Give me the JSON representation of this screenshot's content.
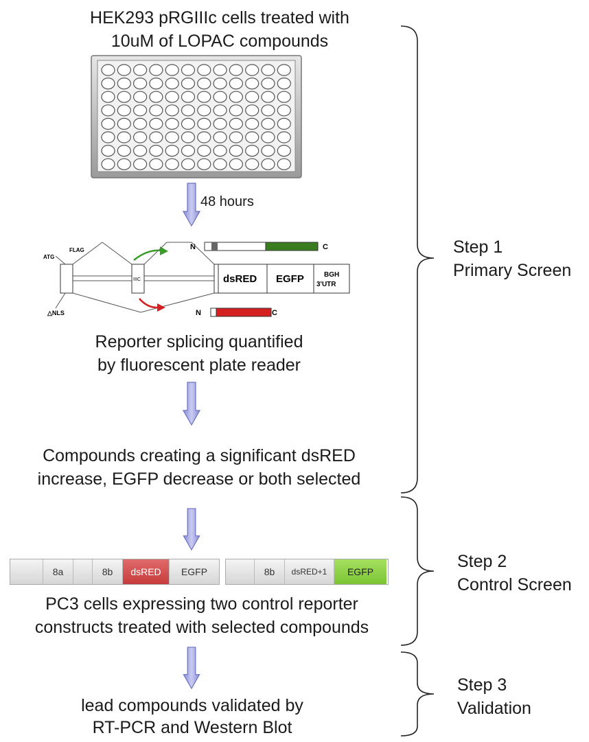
{
  "primary": {
    "header_line1": "HEK293 pRGIIIc cells treated with",
    "header_line2": "10uM of LOPAC compounds",
    "time_label": "48 hours",
    "reporter_line1": "Reporter splicing quantified",
    "reporter_line2": "by fluorescent plate reader",
    "selection_line1": "Compounds creating a significant dsRED",
    "selection_line2": "increase, EGFP decrease or both selected"
  },
  "splicing_diagram": {
    "atg": "ATG",
    "flag": "FLAG",
    "nls": "△NLS",
    "exon": "IIIC",
    "dsred": "dsRED",
    "egfp": "EGFP",
    "bgh_line1": "BGH",
    "bgh_line2": "3'UTR",
    "n_label": "N",
    "c_label": "C",
    "green_color": "#3a7d1e",
    "red_color": "#d42020"
  },
  "control": {
    "construct1": [
      "",
      "8a",
      "",
      "8b",
      "dsRED",
      "EGFP"
    ],
    "construct2": [
      "",
      "8b",
      "dsRED+1",
      "EGFP"
    ],
    "line1": "PC3 cells expressing two control reporter",
    "line2": "constructs treated with selected compounds"
  },
  "validation": {
    "line1": "lead compounds validated by",
    "line2": "RT-PCR and Western Blot"
  },
  "steps": [
    {
      "title": "Step 1",
      "name": "Primary Screen"
    },
    {
      "title": "Step 2",
      "name": "Control Screen"
    },
    {
      "title": "Step 3",
      "name": "Validation"
    }
  ]
}
